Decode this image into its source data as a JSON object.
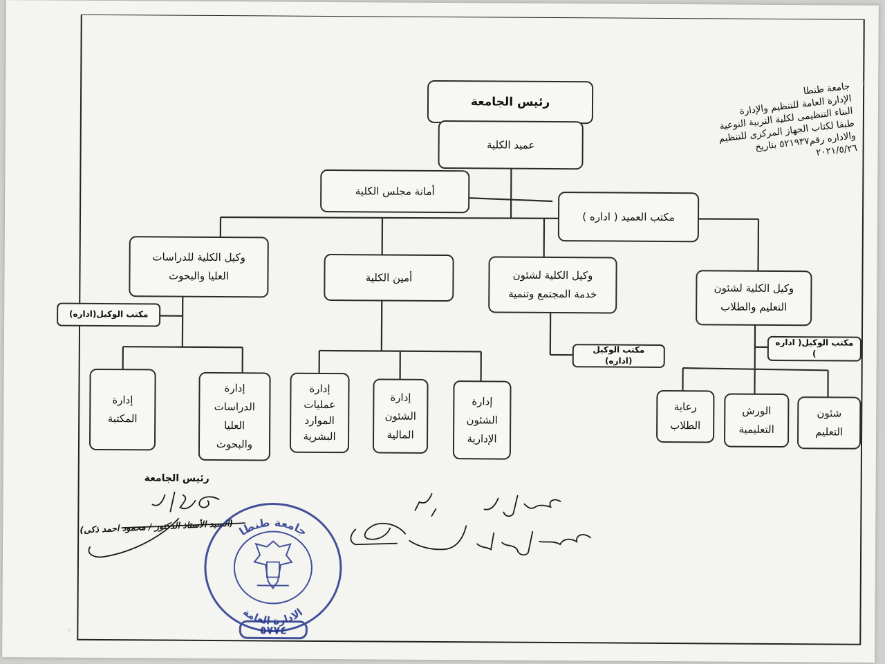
{
  "header": {
    "lines": [
      "جامعة طنطا",
      "الإدارة العامة للتنظيم والإدارة",
      "البناء التنظيمى لكلية التربية النوعية",
      "طبقا لكتاب الجهاز المركزى للتنظيم",
      "والاداره رقم٥٢١٩٣٧ بتاريخ",
      "٢٠٢١/٥/٢٦"
    ]
  },
  "nodes": {
    "president": "رئيس الجامعة",
    "dean": "عميد الكلية",
    "council_secretariat": "أمانة مجلس الكلية",
    "dean_office": "مكتب العميد ( اداره )",
    "vd_grad": "وكيل الكلية للدراسات\nالعليا والبحوث",
    "secretary": "أمين الكلية",
    "vd_community": "وكيل الكلية لشئون\nخدمة المجتمع وتنمية",
    "vd_education": "وكيل الكلية لشئون\nالتعليم والطلاب",
    "grad_office": "مكتب الوكيل(اداره)",
    "community_office": "مكتب الوكيل (اداره)",
    "education_office": "مكتب الوكيل( اداره )",
    "library": "إدارة\nالمكتبة",
    "grad_admin": "إدارة\nالدراسات\nالعليا\nوالبحوث",
    "hr_ops": "إدارة\nعمليات\nالموارد\nالبشرية",
    "financial": "إدارة\nالشئون\nالمالية",
    "administrative": "إدارة\nالشئون\nالإدارية",
    "student_care": "رعاية\nالطلاب",
    "workshops": "الورش\nالتعليمية",
    "education_affairs": "شئون\nالتعليم"
  },
  "signature": {
    "title": "رئيس الجامعة",
    "name": "(السيد الأستاذ الدكتور / محمود احمد ذكى)"
  },
  "stamp": {
    "top_text": "جامعة طنطا",
    "bottom_text": "الادارة العامة",
    "number": "٥٧٧٤"
  },
  "colors": {
    "line": "#2a2a2a",
    "stamp": "#23338a",
    "ink": "#1a1a1a"
  }
}
